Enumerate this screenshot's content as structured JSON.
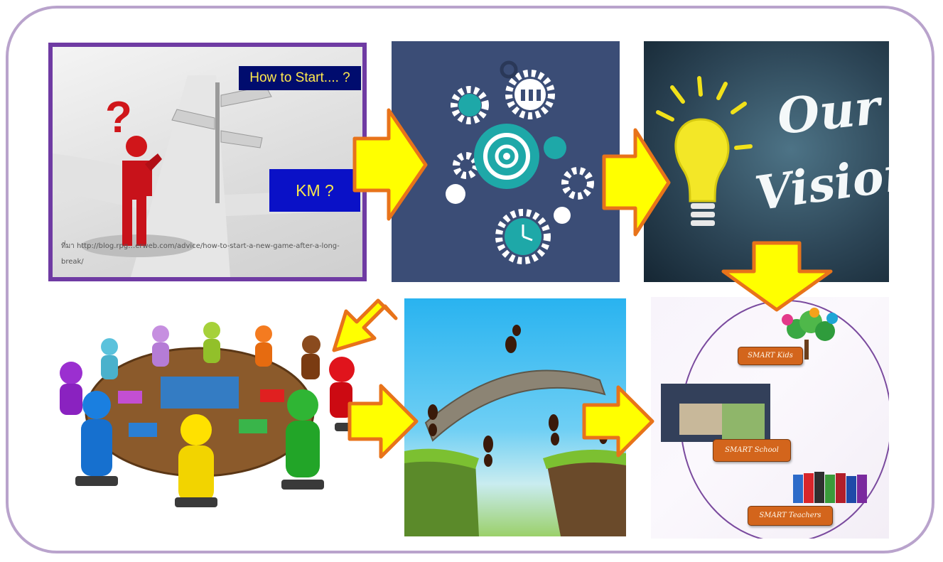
{
  "panel1": {
    "banner": "How to Start.... ?",
    "km_box": "KM ?",
    "source_caption": "ที่มา http://blog.rpg…erweb.com/advice/how-to-start-a-new-game-after-a-long-break/"
  },
  "panel3": {
    "line1": "Our",
    "line2": "Vision"
  },
  "panel6": {
    "kids_label": "SMART Kids",
    "school_label": "SMART School",
    "teachers_label": "SMART Teachers"
  },
  "colors": {
    "frame_border": "#b9a3cc",
    "arrow_fill": "#ffff00",
    "arrow_stroke": "#e8731a",
    "panel1_border": "#6f3ba3",
    "km_box": "#0a11c7",
    "gear_teal": "#1ea8a8",
    "label_orange": "#d3651c"
  }
}
